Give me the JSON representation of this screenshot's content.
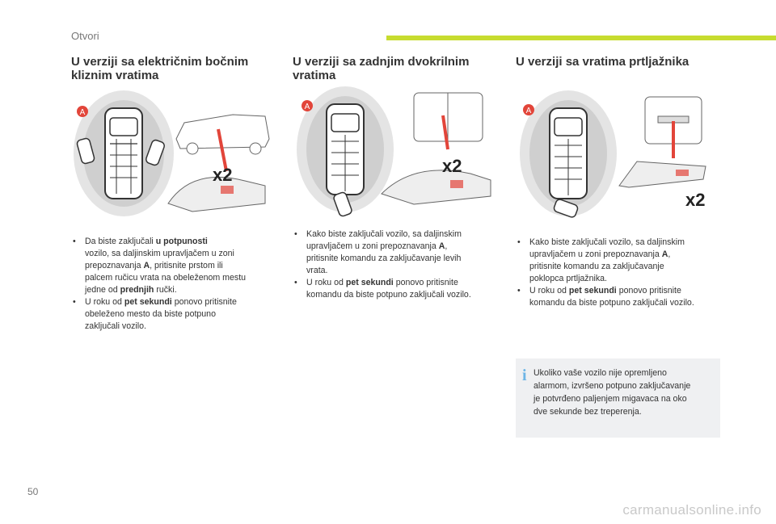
{
  "header": {
    "section": "Otvori"
  },
  "columns": [
    {
      "title_line1": "U verziji sa električnim bočnim",
      "title_line2": "kliznim vratima",
      "figure": {
        "marker": "A",
        "count": "x2"
      },
      "b1_pre": "Da biste zaključali ",
      "b1_bold": "u potpunosti",
      "b1_line2": "vozilo, sa daljinskim upravljačem u zoni",
      "b1_line3_pre": "prepoznavanja ",
      "b1_line3_bold": "A",
      "b1_line3_post": ", pritisnite prstom ili",
      "b1_line4": "palcem ručicu vrata na obeleženom mestu",
      "b1_line5_pre": "jedne od ",
      "b1_line5_bold": "prednjih",
      "b1_line5_post": " ručki.",
      "b2_pre": "U roku od ",
      "b2_bold": "pet sekundi",
      "b2_post": " ponovo pritisnite",
      "b2_line2": "obeleženo mesto da biste potpuno",
      "b2_line3": "zaključali vozilo."
    },
    {
      "title_line1": "U verziji sa zadnjim dvokrilnim",
      "title_line2": "vratima",
      "figure": {
        "marker": "A",
        "count": "x2"
      },
      "b1_line1": "Kako biste zaključali vozilo, sa daljinskim",
      "b1_line2_pre": "upravljačem u zoni prepoznavanja ",
      "b1_line2_bold": "A",
      "b1_line2_post": ",",
      "b1_line3": "pritisnite komandu za zaključavanje levih",
      "b1_line4": "vrata.",
      "b2_pre": "U roku od ",
      "b2_bold": "pet sekundi",
      "b2_post": " ponovo pritisnite",
      "b2_line2": "komandu da biste potpuno zaključali vozilo."
    },
    {
      "title_line1": "U verziji sa vratima prtljažnika",
      "figure": {
        "marker": "A",
        "count": "x2"
      },
      "b1_line1": "Kako biste zaključali vozilo, sa daljinskim",
      "b1_line2_pre": "upravljačem u zoni prepoznavanja ",
      "b1_line2_bold": "A",
      "b1_line2_post": ",",
      "b1_line3": "pritisnite komandu za zaključavanje",
      "b1_line4": "poklopca prtljažnika.",
      "b2_pre": "U roku od ",
      "b2_bold": "pet sekundi",
      "b2_post": " ponovo pritisnite",
      "b2_line2": "komandu da biste potpuno zaključali vozilo."
    }
  ],
  "note": {
    "icon": "info-icon",
    "lines": [
      "Ukoliko vaše vozilo nije opremljeno",
      "alarmom, izvršeno potpuno zaključavanje",
      "je potvrđeno paljenjem migavaca na oko",
      "dve sekunde bez treperenja."
    ]
  },
  "page_number": "50",
  "watermark": "carmanualsonline.info",
  "colors": {
    "accent_bar": "#c7dc2f",
    "marker": "#e2453a",
    "note_bg": "#eff0f2",
    "info_icon": "#6db5e6"
  }
}
